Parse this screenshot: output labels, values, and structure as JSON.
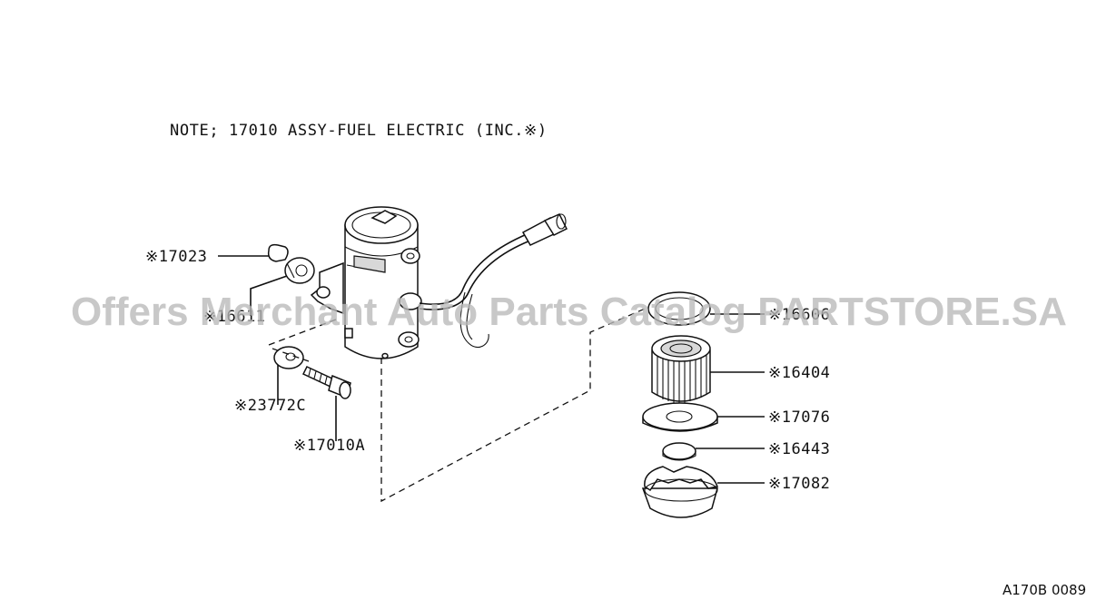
{
  "note": "NOTE; 17010 ASSY-FUEL ELECTRIC (INC.※)",
  "parts": {
    "p17023": "※17023",
    "p16611": "※16611",
    "p23772c": "※23772C",
    "p17010a": "※17010A",
    "p16606": "※16606",
    "p16404": "※16404",
    "p17076": "※17076",
    "p16443": "※16443",
    "p17082": "※17082"
  },
  "watermark": "Offers Merchant Auto Parts Catalog PARTSTORE.SA",
  "diagram_code": "A170B 0089"
}
